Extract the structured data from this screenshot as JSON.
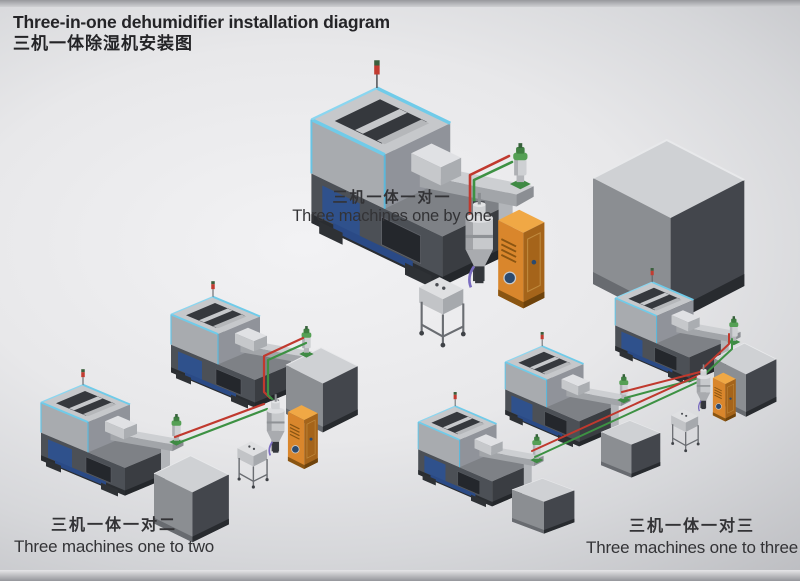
{
  "title": {
    "en": "Three-in-one dehumidifier installation diagram",
    "zh": "三机一体除湿机安装图"
  },
  "groups": [
    {
      "zh": "三机一体一对一",
      "en": "Three machines one by one",
      "machine_count": 1
    },
    {
      "zh": "三机一体一对二",
      "en": "Three machines one to two",
      "machine_count": 2
    },
    {
      "zh": "三机一体一对三",
      "en": "Three machines one to three",
      "machine_count": 3
    }
  ],
  "illustration": {
    "equipment": [
      "injection-molding-machine",
      "three-in-one-dehumidifier",
      "drying-hopper",
      "hopper-loader",
      "material-stand-cart",
      "mold-box"
    ],
    "hose_colors": {
      "red": "#c0392e",
      "green": "#3d9143"
    }
  },
  "colors": {
    "background_light": "#f0f0f2",
    "background_dark": "#c3c4c8",
    "text": "#2c2c2f",
    "machine_body": "#4c5056",
    "machine_frame": "#c6c8cb",
    "machine_trim_cyan": "#70cbe9",
    "machine_panel_blue": "#2a4a86",
    "dehumidifier_orange": "#d9862c",
    "loader_green": "#55a055"
  }
}
